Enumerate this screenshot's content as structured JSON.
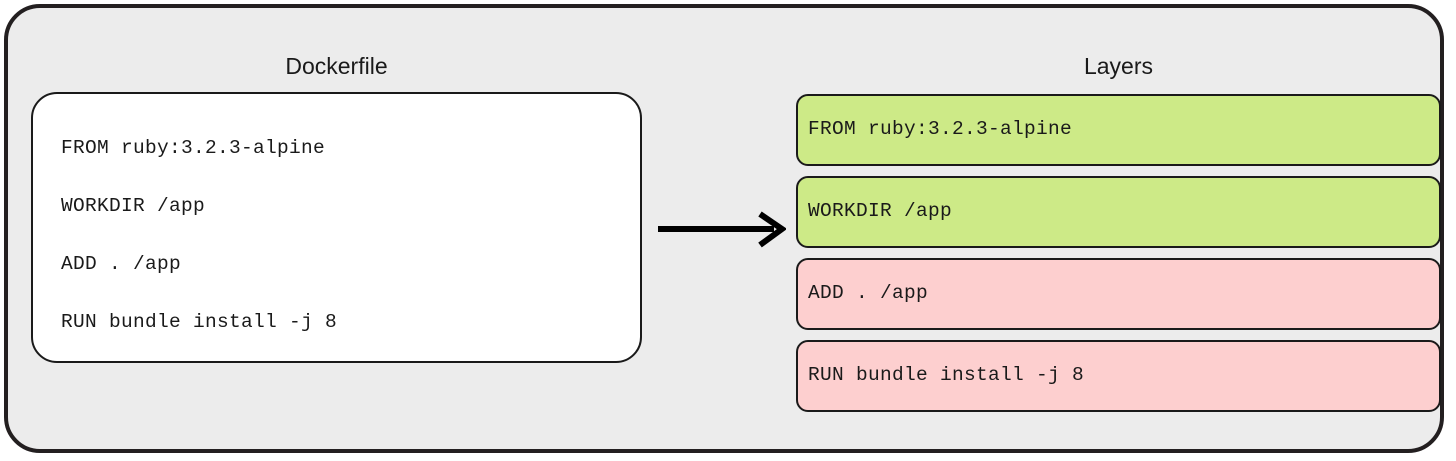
{
  "diagram": {
    "colors": {
      "panel_background": "#ececec",
      "panel_border": "#231f20",
      "card_background": "#ffffff",
      "layer_green": "#cdea87",
      "layer_pink": "#fdcfcf",
      "text": "#1a1a1a",
      "arrow": "#000000"
    },
    "dockerfile": {
      "title": "Dockerfile",
      "lines": [
        "FROM ruby:3.2.3-alpine",
        "WORKDIR /app",
        "ADD . /app",
        "RUN bundle install -j 8"
      ]
    },
    "arrow": {
      "icon": "arrow-right-icon",
      "direction": "right"
    },
    "layers": {
      "title": "Layers",
      "items": [
        {
          "text": "FROM ruby:3.2.3-alpine",
          "color": "green"
        },
        {
          "text": "WORKDIR /app",
          "color": "green"
        },
        {
          "text": "ADD . /app",
          "color": "pink"
        },
        {
          "text": "RUN bundle install -j 8",
          "color": "pink"
        }
      ]
    }
  }
}
